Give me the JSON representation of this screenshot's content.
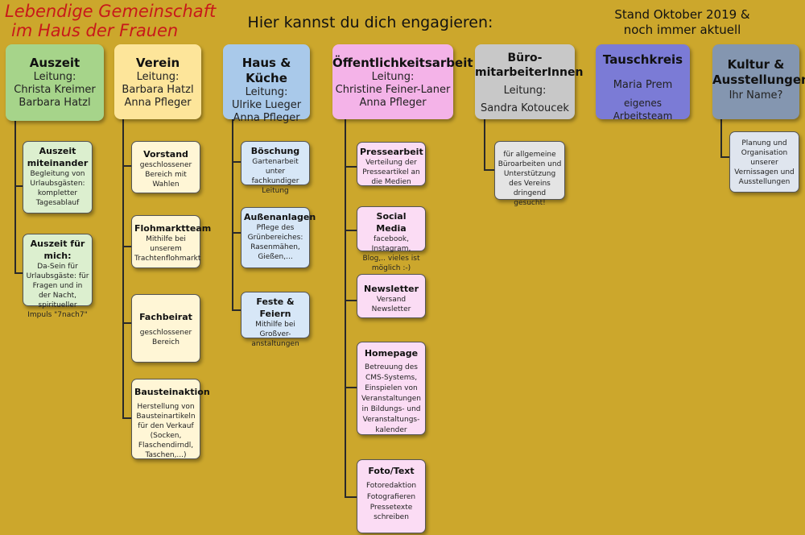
{
  "title": {
    "line1": "Lebendige Gemeinschaft",
    "line2": "im Haus der Frauen"
  },
  "heading": "Hier kannst du dich engagieren:",
  "status": {
    "line1": "Stand Oktober 2019 &",
    "line2": "noch immer aktuell"
  },
  "colors": {
    "background": "#cca72c",
    "title": "#c8191a",
    "auszeit": "#a6d48a",
    "auszeit_card": "#dcefcf",
    "verein": "#fde59a",
    "verein_card": "#fff6d6",
    "haus": "#a9c9ea",
    "haus_card": "#d7e7f7",
    "oeff": "#f4b3e8",
    "oeff_card": "#fbdcf4",
    "buero": "#c8c8c8",
    "buero_card": "#e4e4e4",
    "tausch": "#7b7bd6",
    "kultur": "#8496b0",
    "kultur_card": "#dfe5ee"
  },
  "columns": {
    "auszeit": {
      "title": "Auszeit",
      "lines": [
        "Leitung:",
        "Christa Kreimer",
        "Barbara Hatzl"
      ],
      "cards": [
        {
          "title": "Auszeit miteinander",
          "lines": [
            "Begleitung von Urlaubsgästen: kompletter Tagesablauf"
          ]
        },
        {
          "title": "Auszeit für mich:",
          "lines": [
            "Da-Sein für Urlaubsgäste: für Fragen und in der Nacht, spiritueller Impuls \"7nach7\""
          ]
        }
      ]
    },
    "verein": {
      "title": "Verein",
      "lines": [
        "Leitung:",
        "Barbara Hatzl",
        "Anna Pfleger"
      ],
      "cards": [
        {
          "title": "Vorstand",
          "lines": [
            "geschlossener Bereich mit Wahlen"
          ]
        },
        {
          "title": "Flohmarktteam",
          "lines": [
            "Mithilfe bei unserem Trachtenflohmarkt"
          ]
        },
        {
          "title": "Fachbeirat",
          "lines": [
            "geschlossener Bereich"
          ]
        },
        {
          "title": "Bausteinaktion",
          "lines": [
            "Herstellung von Bausteinartikeln für den Verkauf (Socken, Flaschendirndl, Taschen,...)"
          ]
        }
      ]
    },
    "haus": {
      "title": "Haus & Küche",
      "lines": [
        "Leitung:",
        "Ulrike Lueger",
        "Anna Pfleger"
      ],
      "cards": [
        {
          "title": "Böschung",
          "lines": [
            "Gartenarbeit unter fachkundiger Leitung"
          ]
        },
        {
          "title": "Außenanlagen",
          "lines": [
            "Pflege des Grünbereiches: Rasenmähen, Gießen,..."
          ]
        },
        {
          "title": "Feste & Feiern",
          "lines": [
            "Mithilfe bei Großver-anstaltungen"
          ]
        }
      ]
    },
    "oeff": {
      "title": "Öffentlichkeitsarbeit",
      "lines": [
        "Leitung:",
        "Christine Feiner-Laner",
        "Anna Pfleger"
      ],
      "cards": [
        {
          "title": "Pressearbeit",
          "lines": [
            "Verteilung der Presseartikel an die Medien"
          ]
        },
        {
          "title": "Social Media",
          "lines": [
            "facebook, Instagram, Blog,.. vieles ist möglich :-)"
          ]
        },
        {
          "title": "Newsletter",
          "lines": [
            "Versand Newsletter"
          ]
        },
        {
          "title": "Homepage",
          "lines": [
            "Betreuung des CMS-Systems, Einspielen von Veranstaltungen in Bildungs- und Veranstaltungs-kalender"
          ]
        },
        {
          "title": "Foto/Text",
          "lines": [
            "Fotoredaktion",
            "Fotografieren",
            "Pressetexte schreiben"
          ]
        }
      ]
    },
    "buero": {
      "title": "Büro-mitarbeiterInnen",
      "lines": [
        "Leitung:",
        "Sandra Kotoucek"
      ],
      "cards": [
        {
          "title": "",
          "lines": [
            "für allgemeine Büroarbeiten und Unterstützung des Vereins dringend gesucht!"
          ]
        }
      ]
    },
    "tausch": {
      "title": "Tauschkreis",
      "lines": [
        "Maria Prem",
        "eigenes Arbeitsteam"
      ]
    },
    "kultur": {
      "title": "Kultur & Ausstellungen",
      "lines": [
        "Ihr Name?"
      ],
      "cards": [
        {
          "title": "",
          "lines": [
            "Planung und Organisation unserer Vernissagen und Ausstellungen"
          ]
        }
      ]
    }
  }
}
